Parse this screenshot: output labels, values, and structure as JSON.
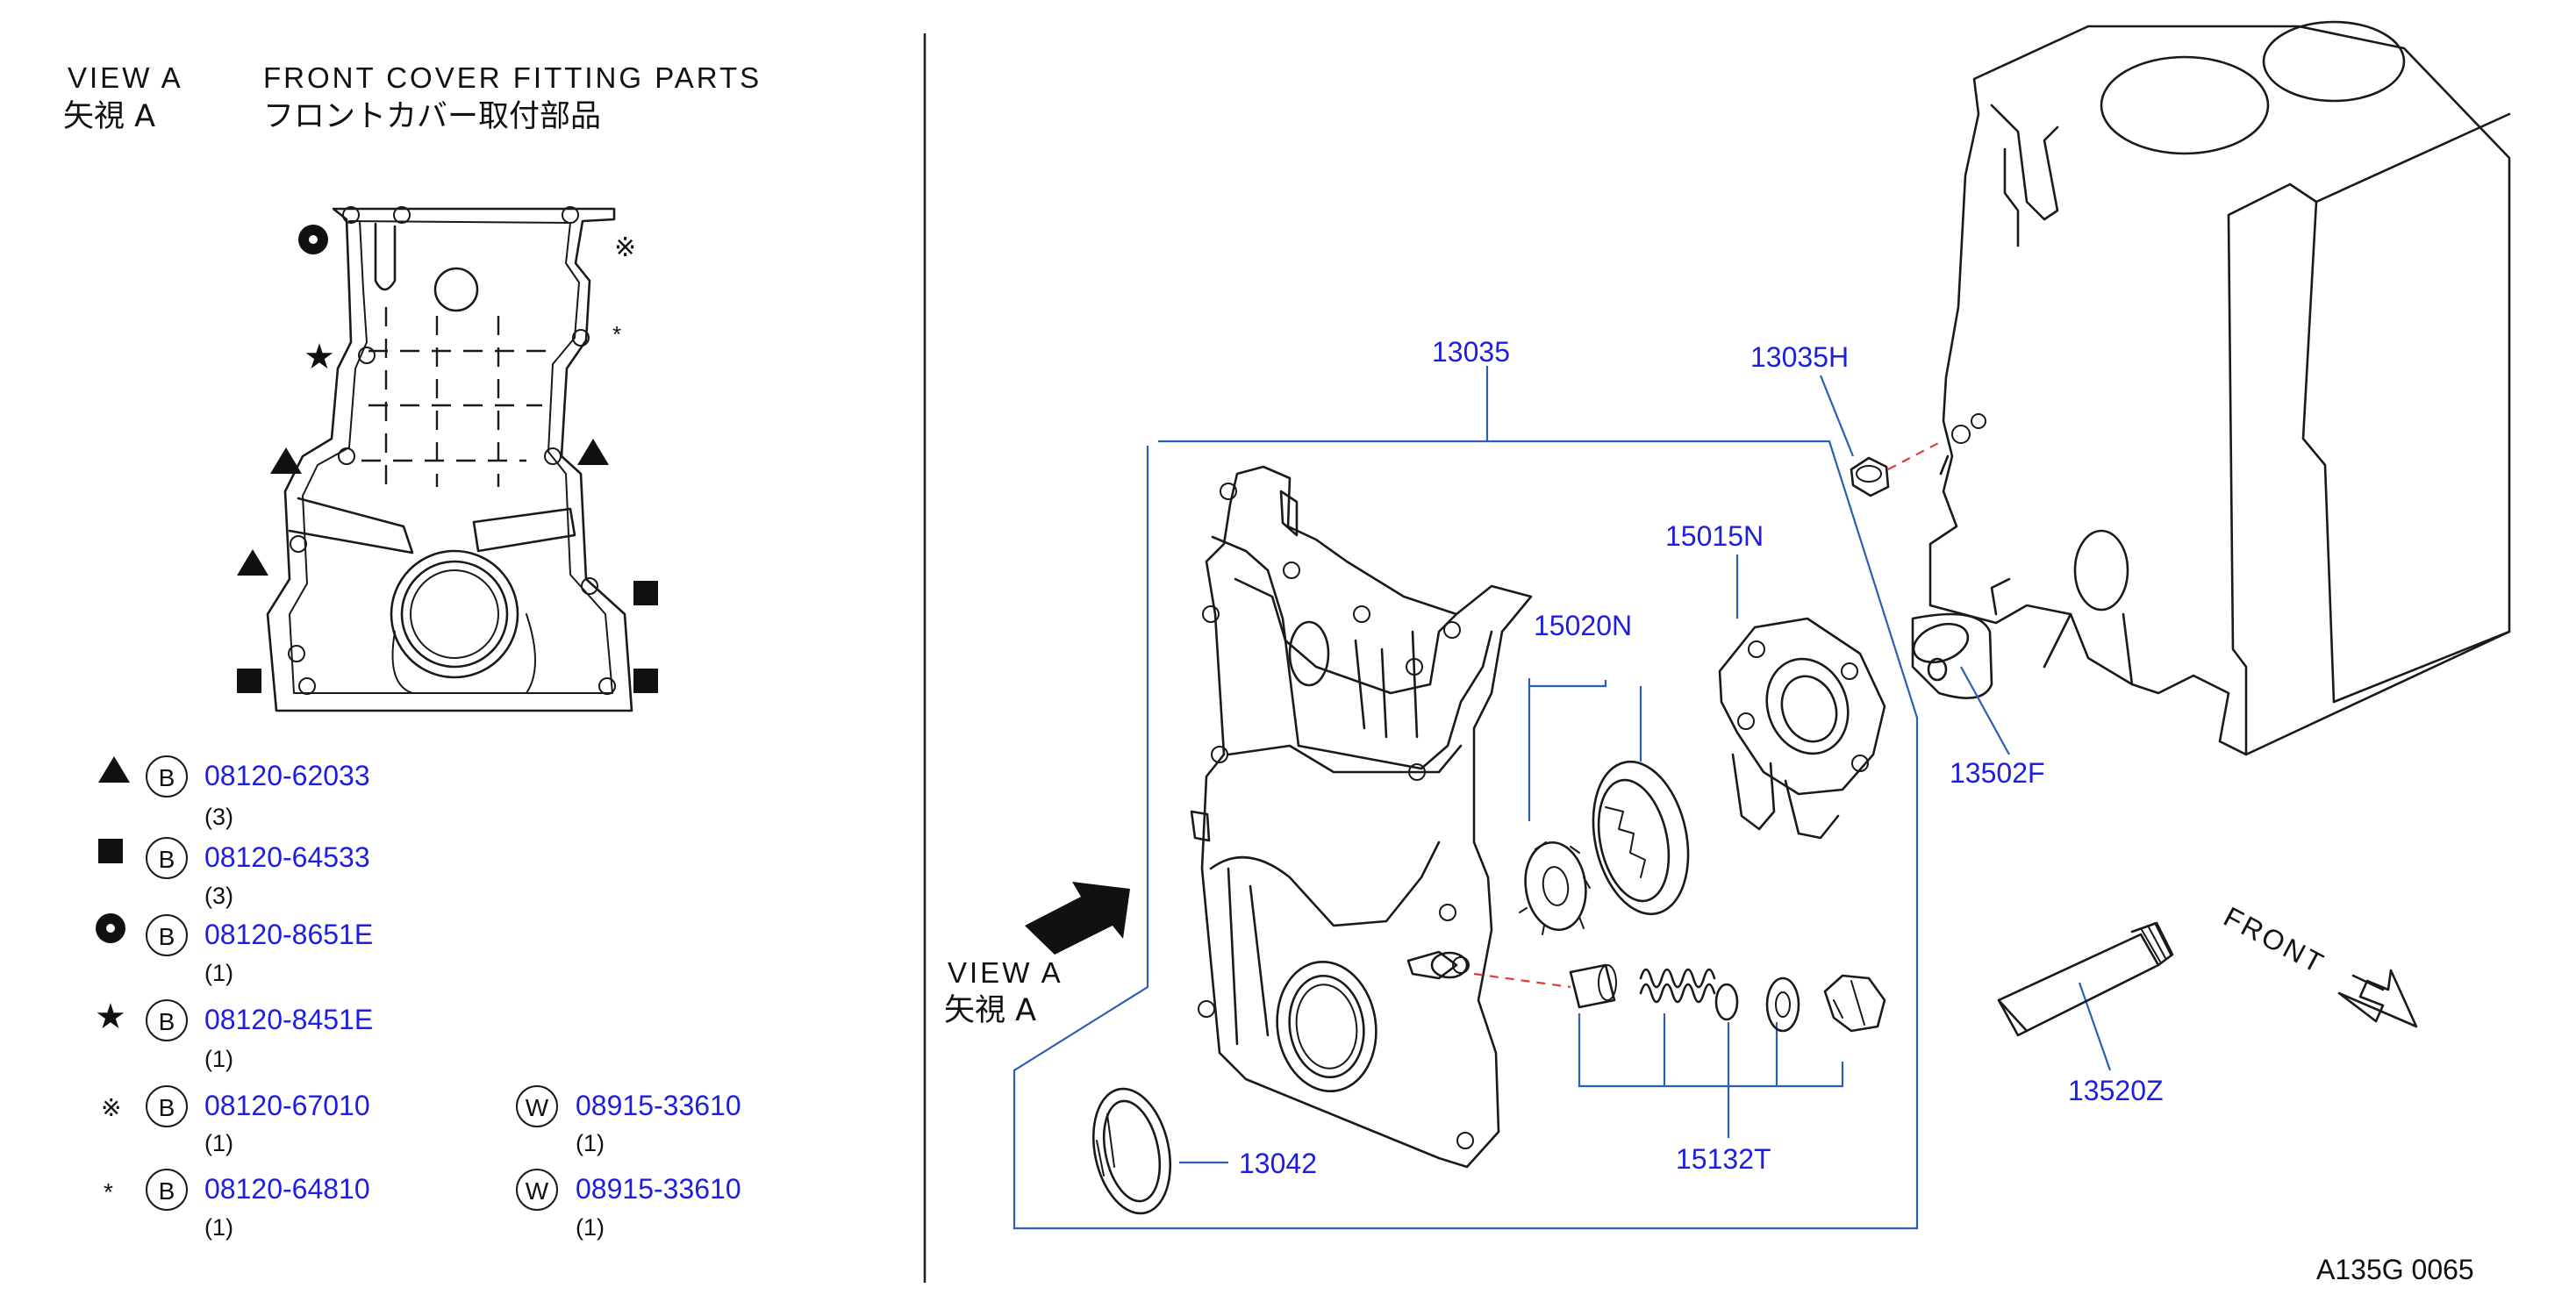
{
  "view_header": {
    "view_en": "VIEW  A",
    "view_jp": "矢視 A",
    "title_en": "FRONT  COVER  FITTING  PARTS",
    "title_jp": "フロントカバー取付部品"
  },
  "legend": [
    {
      "symbol": "triangle",
      "prefix": "B",
      "part": "08120-62033",
      "qty": "(3)"
    },
    {
      "symbol": "square",
      "prefix": "B",
      "part": "08120-64533",
      "qty": "(3)"
    },
    {
      "symbol": "dot-circle",
      "prefix": "B",
      "part": "08120-8651E",
      "qty": "(1)"
    },
    {
      "symbol": "star",
      "prefix": "B",
      "part": "08120-8451E",
      "qty": "(1)"
    },
    {
      "symbol": "reference-mark",
      "prefix": "B",
      "part": "08120-67010",
      "qty": "(1)",
      "washer_prefix": "W",
      "washer_part": "08915-33610",
      "washer_qty": "(1)"
    },
    {
      "symbol": "asterisk",
      "prefix": "B",
      "part": "08120-64810",
      "qty": "(1)",
      "washer_prefix": "W",
      "washer_part": "08915-33610",
      "washer_qty": "(1)"
    }
  ],
  "callouts": {
    "front_cover": "13035",
    "cover_bolt": "13035H",
    "oil_pump_body": "15015N",
    "pump_gears": "15020N",
    "timing_seal_outer": "13502F",
    "crank_seal": "13042",
    "relief_valve_set": "15132T",
    "liquid_gasket": "13520Z"
  },
  "arrow_view": {
    "en": "VIEW  A",
    "jp": "矢視 A"
  },
  "front_label": "FRONT",
  "diagram_code": "A135G  0065",
  "colors": {
    "callout": "#1e1ee0",
    "leader": "#2b5fb5",
    "ink": "#111111"
  }
}
